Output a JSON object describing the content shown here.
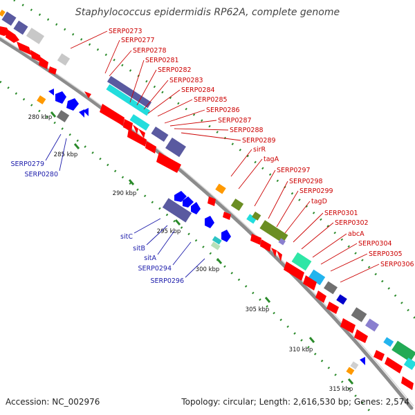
{
  "title": "Staphylococcus epidermidis RP62A, complete genome",
  "footer": {
    "accession": "Accession: NC_002976",
    "summary": "Topology: circular; Length: 2,616,530 bp; Genes: 2,574"
  },
  "colors": {
    "forward_cds": "#ff0000",
    "reverse_cds": "#0000ff",
    "backbone": "#8c8c8c",
    "tick": "#2a8a2a",
    "forward_label": "#cc0000",
    "reverse_label": "#1a1aaa"
  },
  "ticks": [
    "280 kbp",
    "285 kbp",
    "290 kbp",
    "295 kbp",
    "300 kbp",
    "305 kbp",
    "310 kbp",
    "315 kbp"
  ],
  "forward_labels": [
    "SERP0273",
    "SERP0277",
    "SERP0278",
    "SERP0281",
    "SERP0282",
    "SERP0283",
    "SERP0284",
    "SERP0285",
    "SERP0286",
    "SERP0287",
    "SERP0288",
    "SERP0289",
    "sirR",
    "tagA",
    "SERP0297",
    "SERP0298",
    "SERP0299",
    "tagD",
    "SERP0301",
    "SERP0302",
    "abcA",
    "SERP0304",
    "SERP0305",
    "SERP0306"
  ],
  "reverse_labels": [
    "SERP0279",
    "SERP0280",
    "sitC",
    "sitB",
    "sitA",
    "SERP0294",
    "SERP0296"
  ]
}
